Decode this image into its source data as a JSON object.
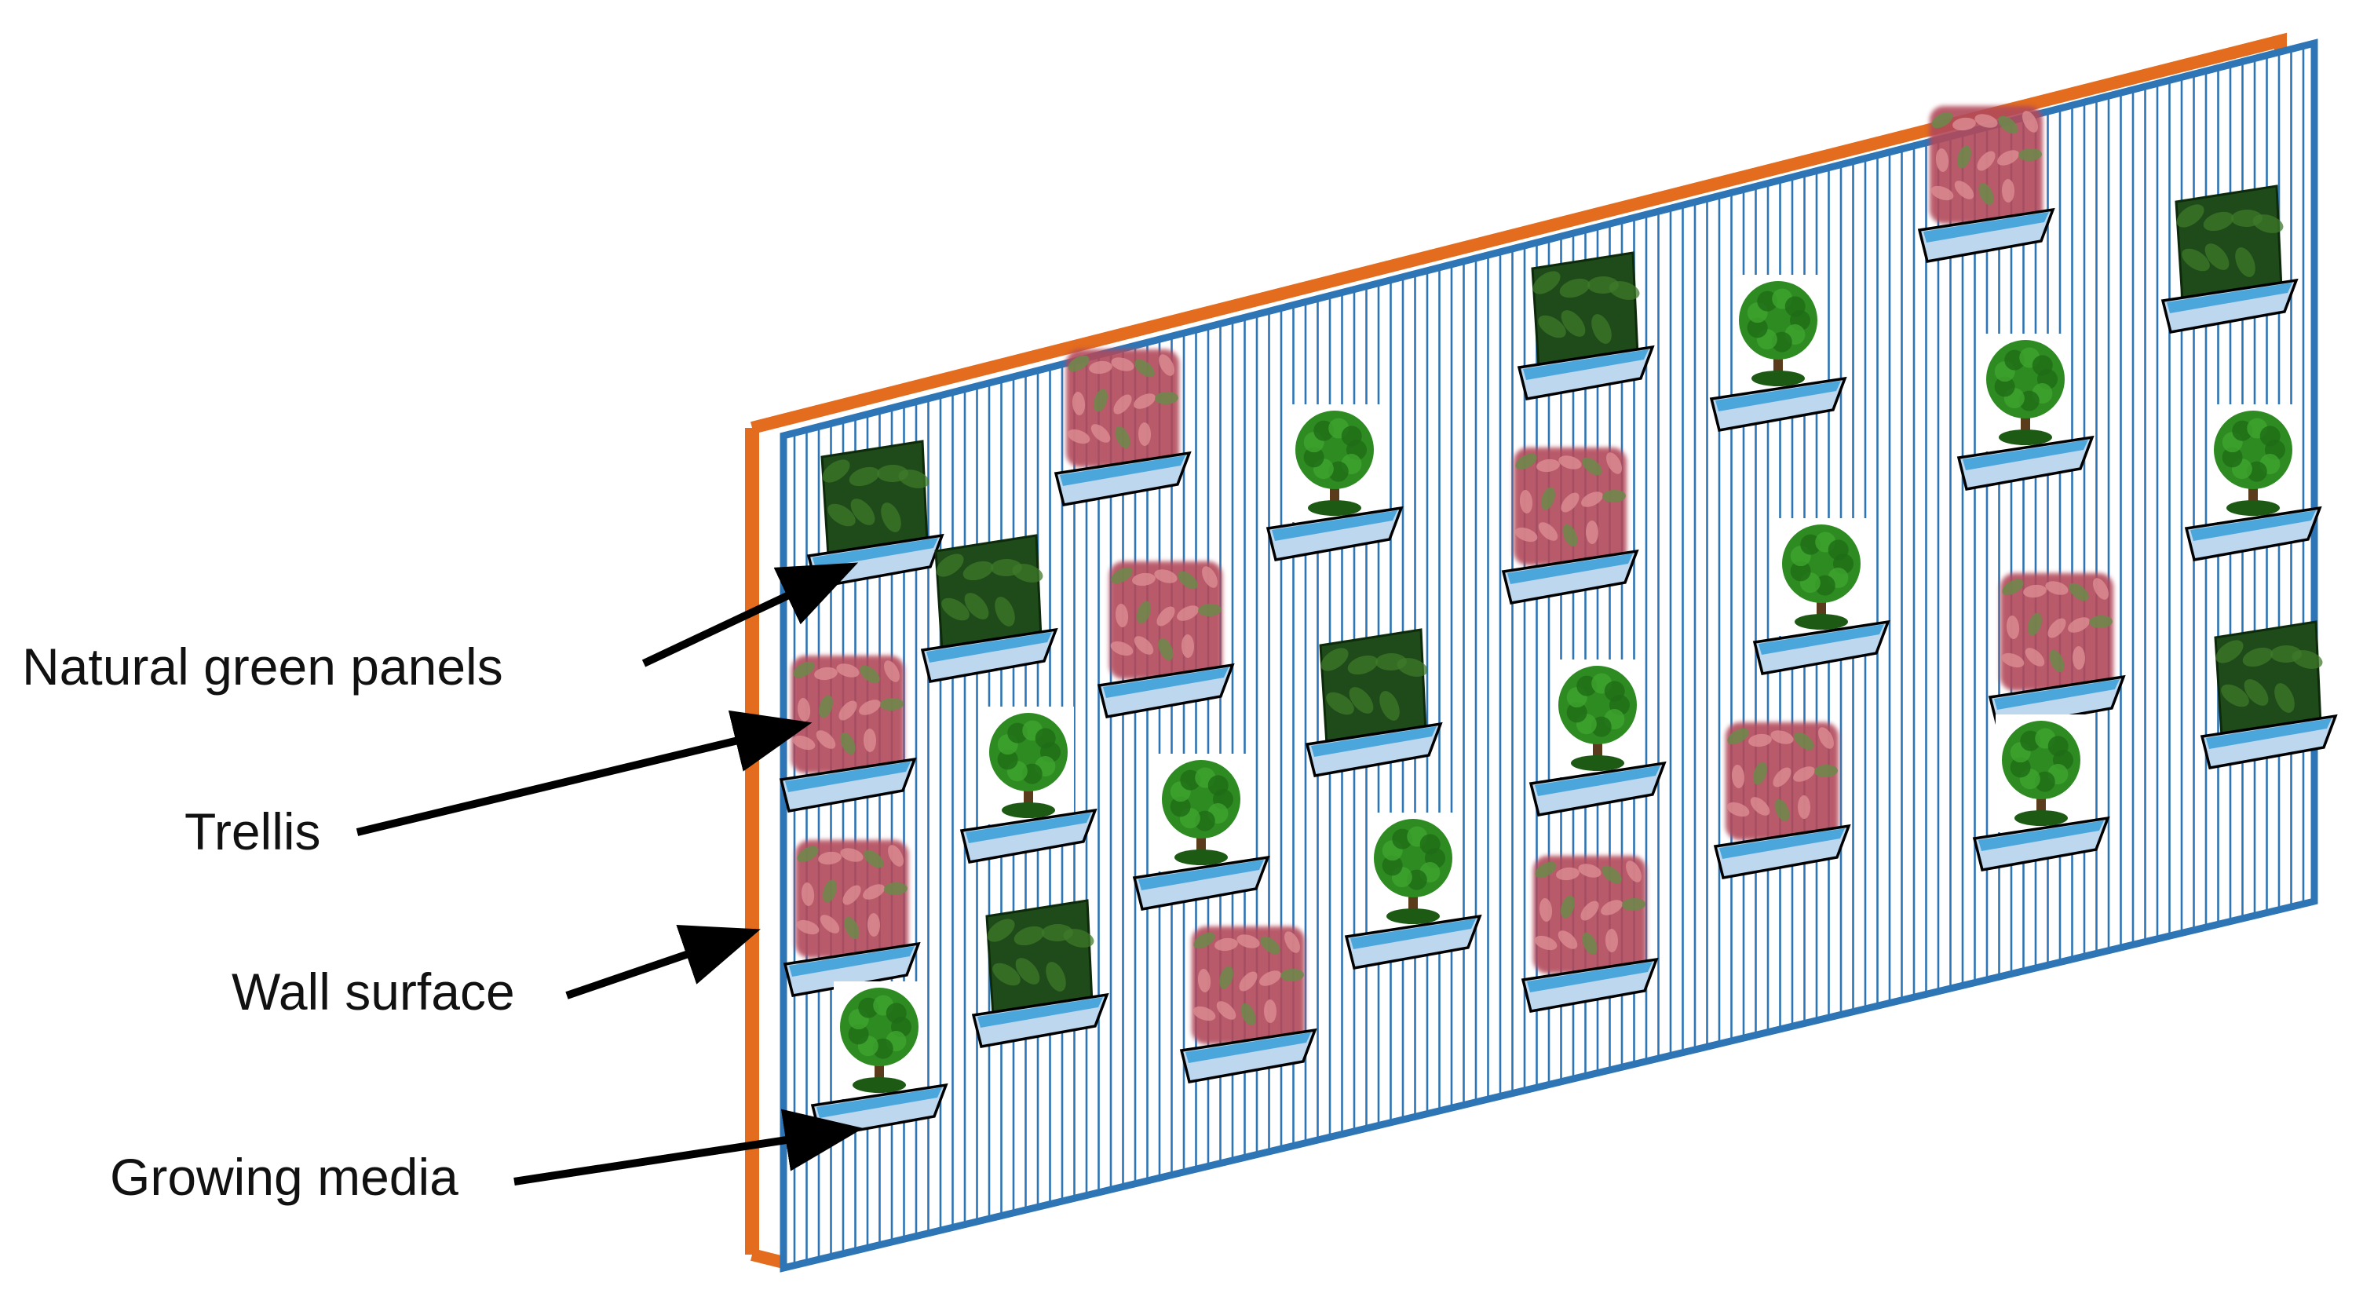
{
  "labels": {
    "natural_green_panels": "Natural green panels",
    "trellis": "Trellis",
    "wall_surface": "Wall surface",
    "growing_media": "Growing media"
  },
  "colors": {
    "wall": "#E36C1E",
    "trellis_frame": "#2E75B6",
    "trellis_line": "#2E75B6",
    "tray_fill": "#BDD7EE",
    "tray_water": "#2E9BD6",
    "leaf_dark": "#1F4A1A",
    "leaf_green": "#2E8B22",
    "leaf_red": "#B24A5A",
    "arrow": "#000000"
  },
  "plant_icons": [
    "dark-leaf-panel-icon",
    "round-shrub-icon",
    "red-foliage-icon"
  ]
}
